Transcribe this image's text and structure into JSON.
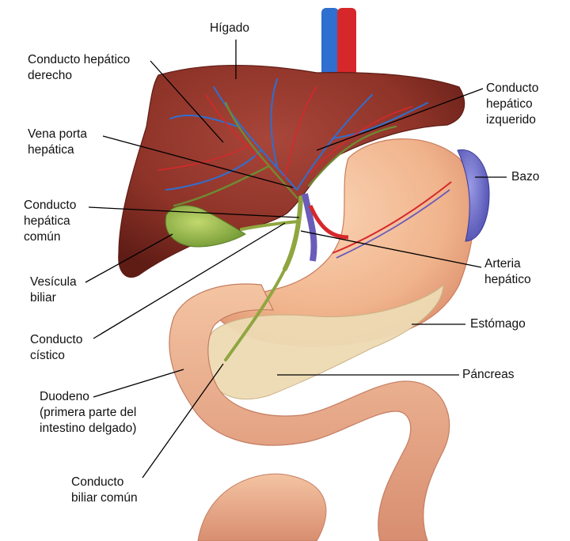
{
  "labels": {
    "higado": [
      "Hígado"
    ],
    "conducto_hepatico_derecho": [
      "Conducto hepático",
      "derecho"
    ],
    "vena_porta": [
      "Vena porta",
      "hepática"
    ],
    "conducto_hepatica_comun": [
      "Conducto",
      "hepática",
      "común"
    ],
    "vesicula": [
      "Vesícula",
      "biliar"
    ],
    "conducto_cistico": [
      "Conducto",
      "cístico"
    ],
    "duodeno": [
      "Duodeno",
      "(primera parte del",
      "intestino delgado)"
    ],
    "conducto_biliar_comun": [
      "Conducto",
      "biliar común"
    ],
    "conducto_hepatico_izquierdo": [
      "Conducto",
      "hepático",
      "izquerido"
    ],
    "bazo": [
      "Bazo"
    ],
    "arteria": [
      "Arteria",
      "hepático"
    ],
    "estomago": [
      "Estómago"
    ],
    "pancreas": [
      "Páncreas"
    ]
  },
  "colors": {
    "liver": "#8e3328",
    "stomach": "#f0b48c",
    "intestine": "#eab08e",
    "pancreas": "#eedbb4",
    "gallbladder": "#8fb44c",
    "spleen": "#6f6fc8",
    "artery": "#d6282b",
    "vein": "#2f6fd0",
    "leader": "#000000"
  }
}
